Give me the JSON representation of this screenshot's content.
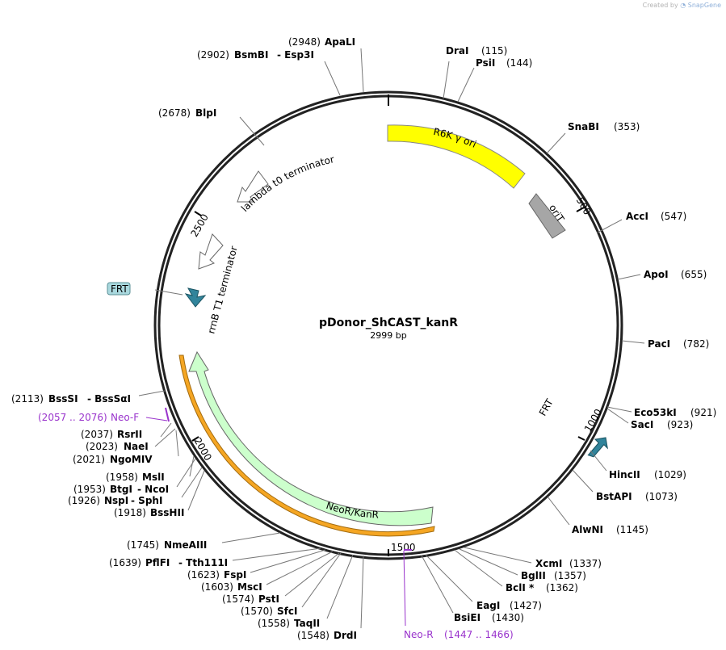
{
  "credit": {
    "prefix": "Created by",
    "brand": "SnapGene"
  },
  "plasmid": {
    "name": "pDonor_ShCAST_kanR",
    "size_label": "2999 bp"
  },
  "ticks": [
    "500",
    "1000",
    "1500",
    "2000",
    "2500"
  ],
  "sites_right": [
    {
      "enzyme": "DraI",
      "pos": "(115)"
    },
    {
      "enzyme": "PsiI",
      "pos": "(144)"
    },
    {
      "enzyme": "SnaBI",
      "pos": "(353)"
    },
    {
      "enzyme": "AccI",
      "pos": "(547)"
    },
    {
      "enzyme": "ApoI",
      "pos": "(655)"
    },
    {
      "enzyme": "PacI",
      "pos": "(782)"
    },
    {
      "enzyme": "Eco53kI",
      "pos": "(921)"
    },
    {
      "enzyme": "SacI",
      "pos": "(923)"
    },
    {
      "enzyme": "HincII",
      "pos": "(1029)"
    },
    {
      "enzyme": "BstAPI",
      "pos": "(1073)"
    },
    {
      "enzyme": "AlwNI",
      "pos": "(1145)"
    },
    {
      "enzyme": "XcmI",
      "pos": "(1337)"
    },
    {
      "enzyme": "BglII",
      "pos": "(1357)"
    },
    {
      "enzyme": "BclI *",
      "pos": "(1362)"
    },
    {
      "enzyme": "EagI",
      "pos": "(1427)"
    },
    {
      "enzyme": "BsiEI",
      "pos": "(1430)"
    }
  ],
  "sites_left": [
    {
      "pos": "(2948)",
      "enzyme": "ApaLI"
    },
    {
      "pos": "(2902)",
      "enzyme": "BsmBI",
      "enzyme2": "Esp3I"
    },
    {
      "pos": "(2678)",
      "enzyme": "BlpI"
    },
    {
      "pos": "(2113)",
      "enzyme": "BssSI",
      "enzyme2": "BssSαI"
    },
    {
      "pos": "(2037)",
      "enzyme": "RsrII"
    },
    {
      "pos": "(2023)",
      "enzyme": "NaeI"
    },
    {
      "pos": "(2021)",
      "enzyme": "NgoMIV"
    },
    {
      "pos": "(1958)",
      "enzyme": "MslI"
    },
    {
      "pos": "(1953)",
      "enzyme": "BtgI",
      "enzyme2": "NcoI"
    },
    {
      "pos": "(1926)",
      "enzyme": "NspI",
      "enzyme2": "SphI"
    },
    {
      "pos": "(1918)",
      "enzyme": "BssHII"
    },
    {
      "pos": "(1745)",
      "enzyme": "NmeAIII"
    },
    {
      "pos": "(1639)",
      "enzyme": "PflFI",
      "enzyme2": "Tth111I"
    },
    {
      "pos": "(1623)",
      "enzyme": "FspI"
    },
    {
      "pos": "(1603)",
      "enzyme": "MscI"
    },
    {
      "pos": "(1574)",
      "enzyme": "PstI"
    },
    {
      "pos": "(1570)",
      "enzyme": "SfcI"
    },
    {
      "pos": "(1558)",
      "enzyme": "TaqII"
    },
    {
      "pos": "(1548)",
      "enzyme": "DrdI"
    }
  ],
  "primers": [
    {
      "name": "Neo-F",
      "range": "(2057 .. 2076)",
      "color": "#9933cc"
    },
    {
      "name": "Neo-R",
      "range": "(1447 .. 1466)",
      "color": "#9933cc"
    }
  ],
  "features": [
    {
      "name": "R6K γ ori",
      "color": "#ffff00"
    },
    {
      "name": "oriT",
      "color": "#a6a6a6"
    },
    {
      "name": "FRT",
      "color": "#31849b"
    },
    {
      "name": "NeoR/KanR",
      "color": "#ccffcc"
    },
    {
      "name": "rrnB T1 terminator",
      "color": "#ffffff"
    },
    {
      "name": "lambda t0 terminator",
      "color": "#ffffff"
    }
  ],
  "frt_box_label": "FRT",
  "colors": {
    "primer": "#9933cc",
    "promoter_outline": "#f5a623",
    "frt_box": "#a9d8de"
  }
}
